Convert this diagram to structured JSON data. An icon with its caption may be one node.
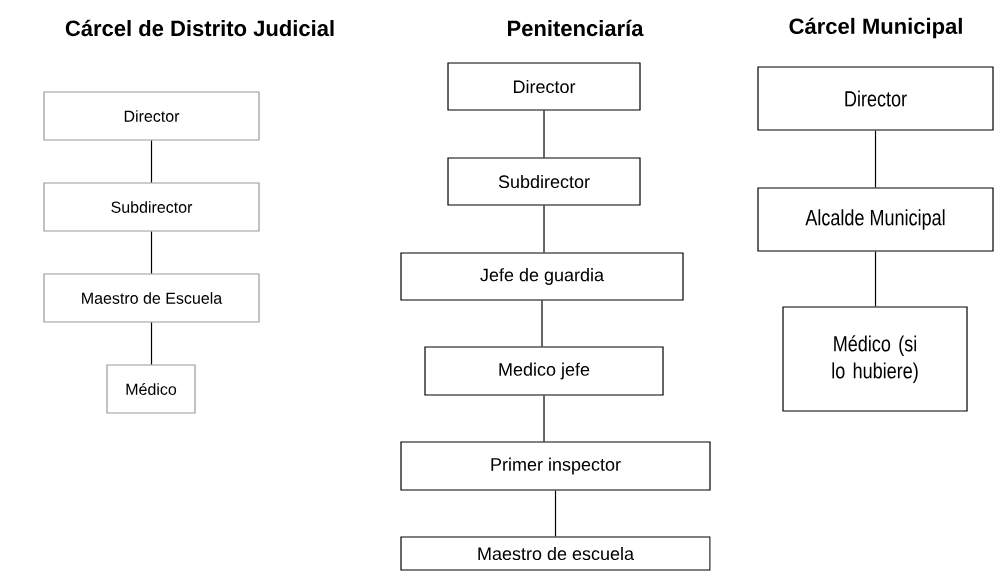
{
  "diagram": {
    "nodes": [
      {
        "text": [
          "Director"
        ]
      },
      {
        "text": [
          "Subdirector"
        ]
      },
      {
        "text": [
          "Maestro de Escuela"
        ]
      },
      {
        "text": [
          "Médico"
        ]
      },
      {
        "text": [
          "Director"
        ]
      },
      {
        "text": [
          "Subdirector"
        ]
      },
      {
        "text": [
          "Jefe de guardia"
        ]
      },
      {
        "text": [
          "Medico jefe"
        ]
      },
      {
        "text": [
          "Primer inspector"
        ]
      },
      {
        "text": [
          "Maestro de escuela"
        ]
      },
      {
        "text": [
          "Director"
        ]
      },
      {
        "text": [
          "Alcalde Municipal"
        ]
      },
      {
        "text": [
          "Médico (si lo hubiere)"
        ]
      }
    ],
    "edges": [
      {
        "from": 0,
        "to": 1,
        "arrow": "none"
      },
      {
        "from": 1,
        "to": 2,
        "arrow": "none"
      },
      {
        "from": 2,
        "to": 3,
        "arrow": "none"
      },
      {
        "from": 4,
        "to": 5,
        "arrow": "none"
      },
      {
        "from": 5,
        "to": 6,
        "arrow": "none"
      },
      {
        "from": 6,
        "to": 7,
        "arrow": "none"
      },
      {
        "from": 7,
        "to": 8,
        "arrow": "none"
      },
      {
        "from": 8,
        "to": 9,
        "arrow": "none"
      },
      {
        "from": 10,
        "to": 11,
        "arrow": "none"
      },
      {
        "from": 11,
        "to": 12,
        "arrow": "none"
      }
    ],
    "labels": [
      "Cárcel de Distrito Judicial",
      "Penitenciaría",
      "Cárcel Municipal"
    ]
  }
}
